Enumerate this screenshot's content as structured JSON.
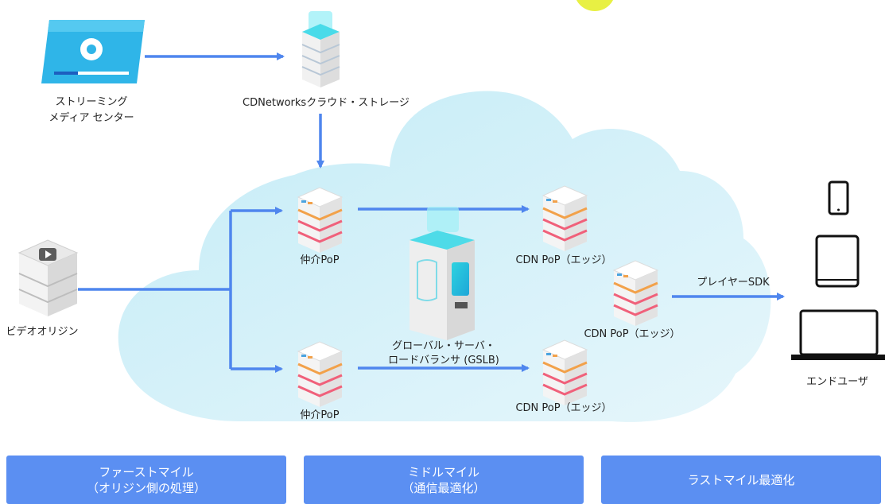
{
  "nodes": {
    "streaming_center": {
      "line1": "ストリーミング",
      "line2": "メディア センター"
    },
    "cloud_storage": "CDNetworksクラウド・ストレージ",
    "video_origin": "ビデオオリジン",
    "relay_pop_top": "仲介PoP",
    "relay_pop_bottom": "仲介PoP",
    "gslb": {
      "line1": "グローバル・サーバ・",
      "line2": "ロードバランサ (GSLB)"
    },
    "edge_top": "CDN PoP（エッジ）",
    "edge_middle": "CDN PoP（エッジ）",
    "edge_bottom": "CDN PoP（エッジ）",
    "player_sdk": "プレイヤーSDK",
    "end_user": "エンドユーザ"
  },
  "footer": {
    "first_mile": {
      "line1": "ファーストマイル",
      "line2": "（オリジン側の処理）"
    },
    "middle_mile": {
      "line1": "ミドルマイル",
      "line2": "（通信最適化）"
    },
    "last_mile": {
      "line1": "ラストマイル最適化"
    }
  },
  "colors": {
    "arrow": "#4f86ee",
    "cloud": "#d6f1f8",
    "button": "#5b8ff2",
    "accent_yellow": "#e8f043"
  }
}
